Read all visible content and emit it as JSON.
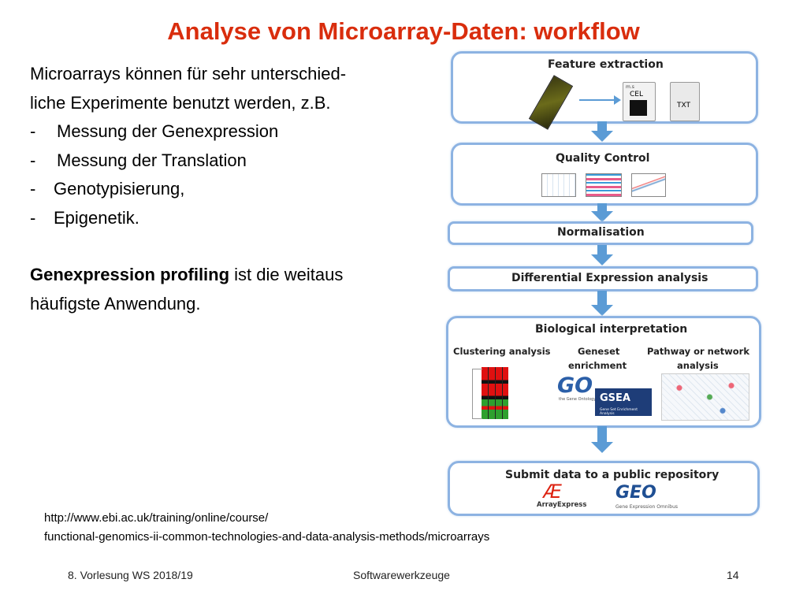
{
  "title": "Analyse von Microarray-Daten: workflow",
  "intro_lines": [
    "Microarrays können für sehr unterschied-",
    "liche Experimente benutzt werden, z.B."
  ],
  "list": [
    {
      "dash": "-",
      "text": "Messung der Genexpression"
    },
    {
      "dash": "-",
      "text": "Messung der Translation"
    },
    {
      "dash": "-",
      "text": "Genotypisierung,"
    },
    {
      "dash": "-",
      "text": "Epigenetik."
    }
  ],
  "summary": {
    "bold": "Genexpression profiling",
    "rest": " ist die weitaus",
    "line2": "häufigste Anwendung."
  },
  "workflow": {
    "feature_extraction": "Feature extraction",
    "file_cel_small": "m.s",
    "file_cel": "CEL",
    "file_txt": "TXT",
    "quality_control": "Quality Control",
    "normalisation": "Normalisation",
    "differential_expression": "Differential Expression analysis",
    "biological_interpretation": "Biological interpretation",
    "clustering": "Clustering analysis",
    "geneset_1": "Geneset",
    "geneset_2": "enrichment",
    "pathway_1": "Pathway or network",
    "pathway_2": "analysis",
    "go_logo": "GO",
    "go_tagline": "the Gene Ontology",
    "gsea_logo": "GSEA",
    "gsea_tagline": "Gene Set Enrichment Analysis",
    "submit": "Submit data to a public repository",
    "arrayexpress": "ArrayExpress",
    "geo_logo": "GEO",
    "geo_tagline": "Gene Expression Omnibus"
  },
  "refs": [
    "http://www.ebi.ac.uk/training/online/course/",
    "functional-genomics-ii-common-technologies-and-data-analysis-methods/microarrays"
  ],
  "footer": {
    "left": "8. Vorlesung WS 2018/19",
    "center": "Softwarewerkzeuge",
    "page": "14"
  },
  "colors": {
    "title": "#d92d0d",
    "box_border": "#8db3e2",
    "arrow": "#5b9bd5"
  }
}
